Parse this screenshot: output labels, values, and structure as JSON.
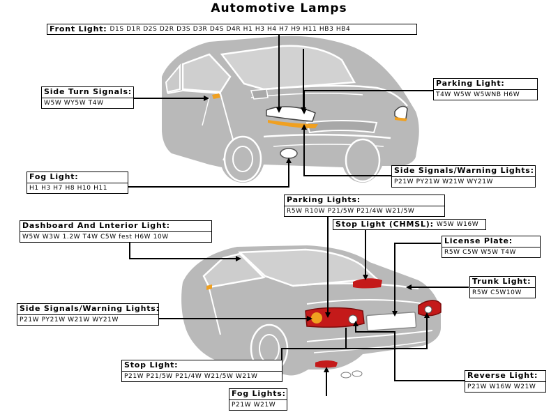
{
  "title": "Automotive Lamps",
  "front_light": {
    "label": "Front Light:",
    "values": "D1S  D1R  D2S  D2R  D3S  D3R  D4S  D4R  H1  H3  H4  H7  H9  H11  HB3  HB4"
  },
  "side_turn_signals": {
    "label": "Side Turn Signals:",
    "values": "W5W  WY5W  T4W"
  },
  "parking_light": {
    "label": "Parking Light:",
    "values": "T4W  W5W  W5WNB  H6W"
  },
  "fog_light_front": {
    "label": "Fog Light:",
    "values": "H1  H3  H7  H8  H10  H11"
  },
  "side_signals_front": {
    "label": "Side Signals/Warning Lights:",
    "values": "P21W  PY21W  W21W  WY21W"
  },
  "parking_lights_rear": {
    "label": "Parking Lights:",
    "values": "R5W   R10W   P21/5W  P21/4W  W21/5W"
  },
  "dashboard_interior": {
    "label": "Dashboard And Lnterior Light:",
    "values": "W5W  W3W  1.2W   T4W   C5W   fest   H6W  10W"
  },
  "stop_light_chmsl": {
    "label": "Stop Light (CHMSL):",
    "values": "W5W  W16W"
  },
  "license_plate": {
    "label": "License Plate:",
    "values": "R5W   C5W   W5W   T4W"
  },
  "trunk_light": {
    "label": "Trunk Light:",
    "values": "R5W   C5W10W"
  },
  "side_signals_rear": {
    "label": "Side Signals/Warning Lights:",
    "values": "P21W   PY21W   W21W  WY21W"
  },
  "stop_light": {
    "label": "Stop Light:",
    "values": "P21W  P21/5W  P21/4W  W21/5W   W21W"
  },
  "reverse_light": {
    "label": "Reverse Light:",
    "values": "P21W  W16W  W21W"
  },
  "fog_lights_rear": {
    "label": "Fog Lights:",
    "values": "P21W  W21W"
  },
  "colors": {
    "car_body": "#b8b8b8",
    "car_line": "#ffffff",
    "amber": "#f0a020",
    "red": "#c41a1a",
    "dark_red": "#8a0f0f"
  }
}
